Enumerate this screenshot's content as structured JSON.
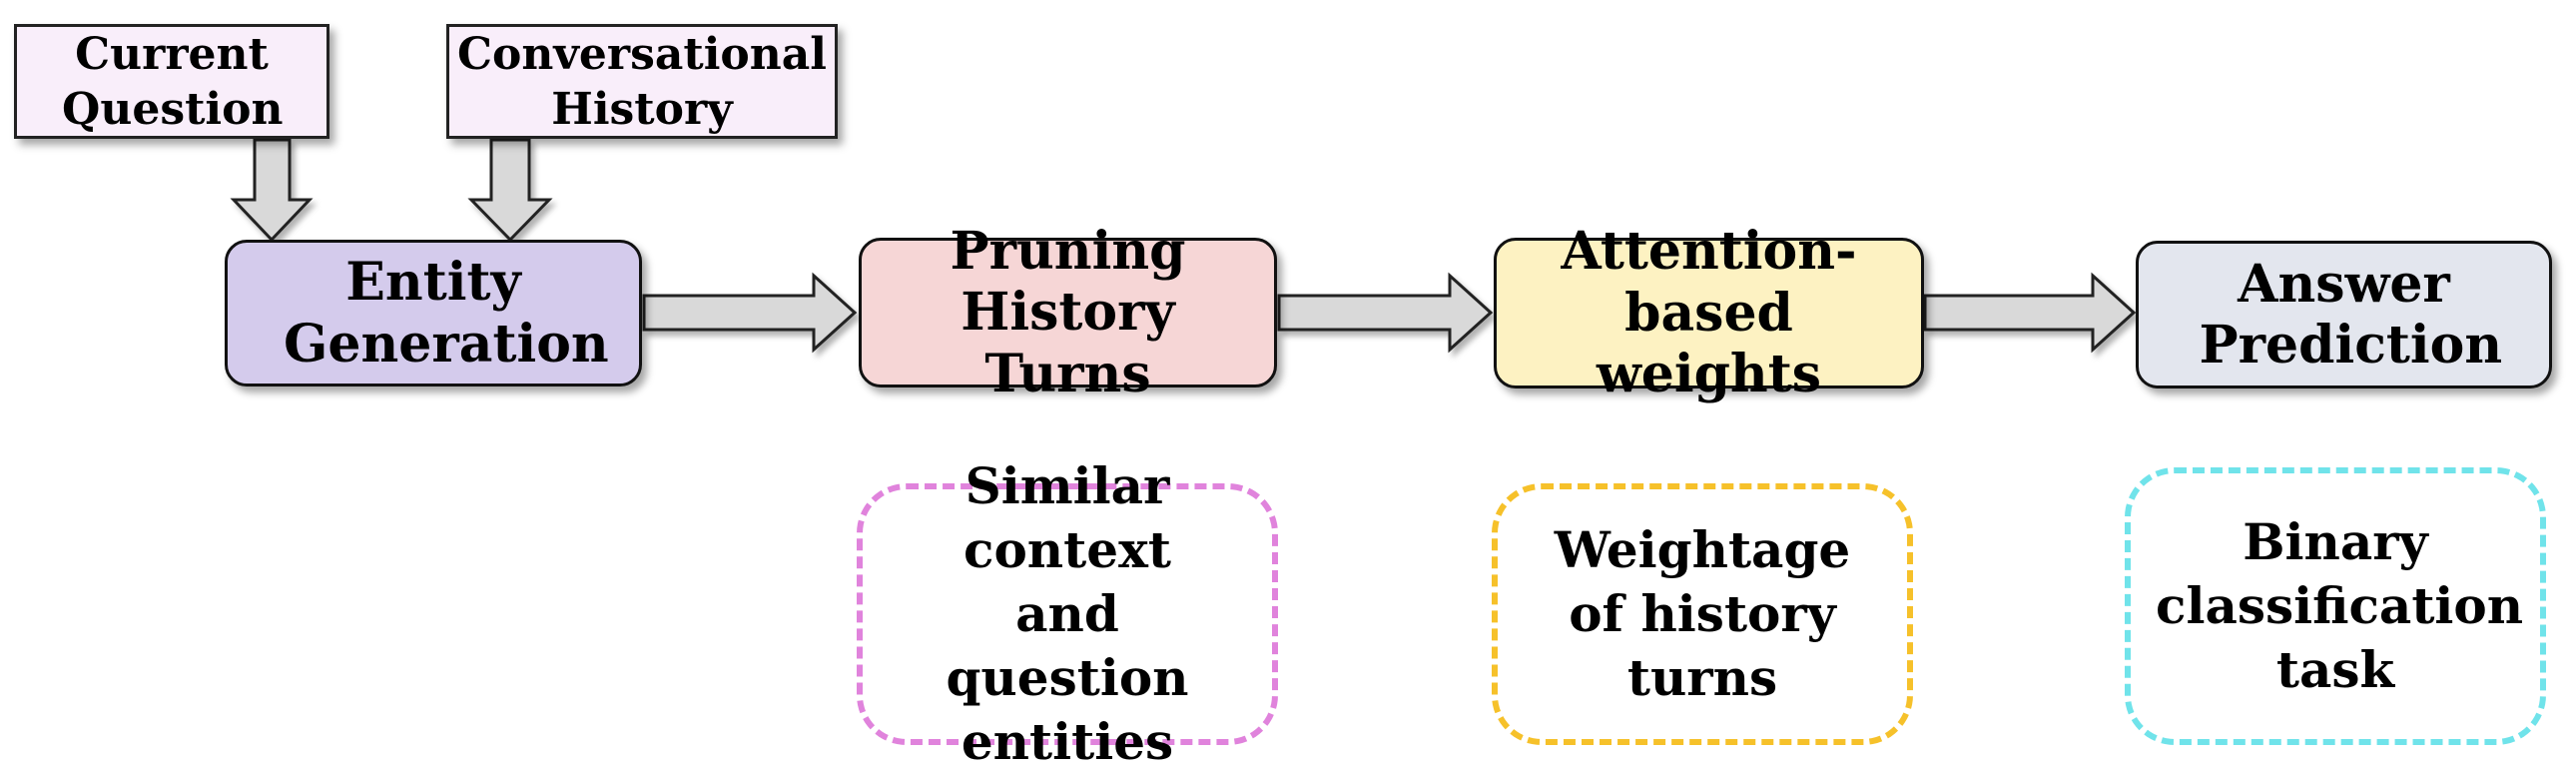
{
  "inputs": {
    "current_question": "Current Question",
    "conversational_history": "Conversational History"
  },
  "stages": {
    "entity_generation": "Entity Generation",
    "pruning_history_turns": "Pruning History Turns",
    "attention_based_weights": "Attention-based weights",
    "answer_prediction": "Answer Prediction"
  },
  "notes": {
    "pruning": "Similar context and question entities",
    "attention": "Weightage of history turns",
    "prediction": "Binary classification task"
  },
  "colors": {
    "input_fill": "#f9eefa",
    "entity_generation": "#d4cbec",
    "pruning_history_turns": "#f6d6d6",
    "attention_based_weights": "#fdf2c2",
    "answer_prediction": "#e3e6ee",
    "note_pruning_border": "#e083dc",
    "note_attention_border": "#f6c12a",
    "note_prediction_border": "#70e3ea",
    "arrow_fill": "#d9d9d9"
  }
}
